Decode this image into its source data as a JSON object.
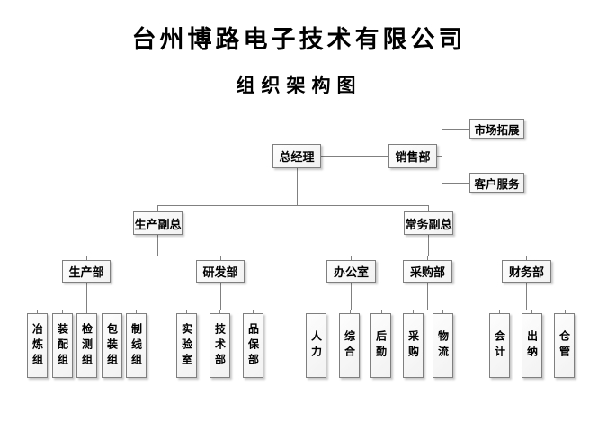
{
  "title": "台州博路电子技术有限公司",
  "subtitle": "组织架构图",
  "colors": {
    "background": "#ffffff",
    "text": "#000000",
    "line": "#808080",
    "box_border": "#7f7f7f",
    "box_fill": "#f6f6f6"
  },
  "org": {
    "label": "总经理",
    "children": [
      {
        "label": "销售部",
        "children": [
          {
            "label": "市场拓展"
          },
          {
            "label": "客户服务"
          }
        ]
      },
      {
        "label": "生产副总",
        "children": [
          {
            "label": "生产部",
            "children": [
              {
                "label": "冶炼组"
              },
              {
                "label": "装配组"
              },
              {
                "label": "检测组"
              },
              {
                "label": "包装组"
              },
              {
                "label": "制线组"
              }
            ]
          },
          {
            "label": "研发部",
            "children": [
              {
                "label": "实验室"
              },
              {
                "label": "技术部"
              },
              {
                "label": "品保部"
              }
            ]
          }
        ]
      },
      {
        "label": "常务副总",
        "children": [
          {
            "label": "办公室",
            "children": [
              {
                "label": "人力"
              },
              {
                "label": "综合"
              },
              {
                "label": "后勤"
              }
            ]
          },
          {
            "label": "采购部",
            "children": [
              {
                "label": "采购"
              },
              {
                "label": "物流"
              }
            ]
          },
          {
            "label": "财务部",
            "children": [
              {
                "label": "会计"
              },
              {
                "label": "出纳"
              },
              {
                "label": "仓管"
              }
            ]
          }
        ]
      }
    ]
  }
}
